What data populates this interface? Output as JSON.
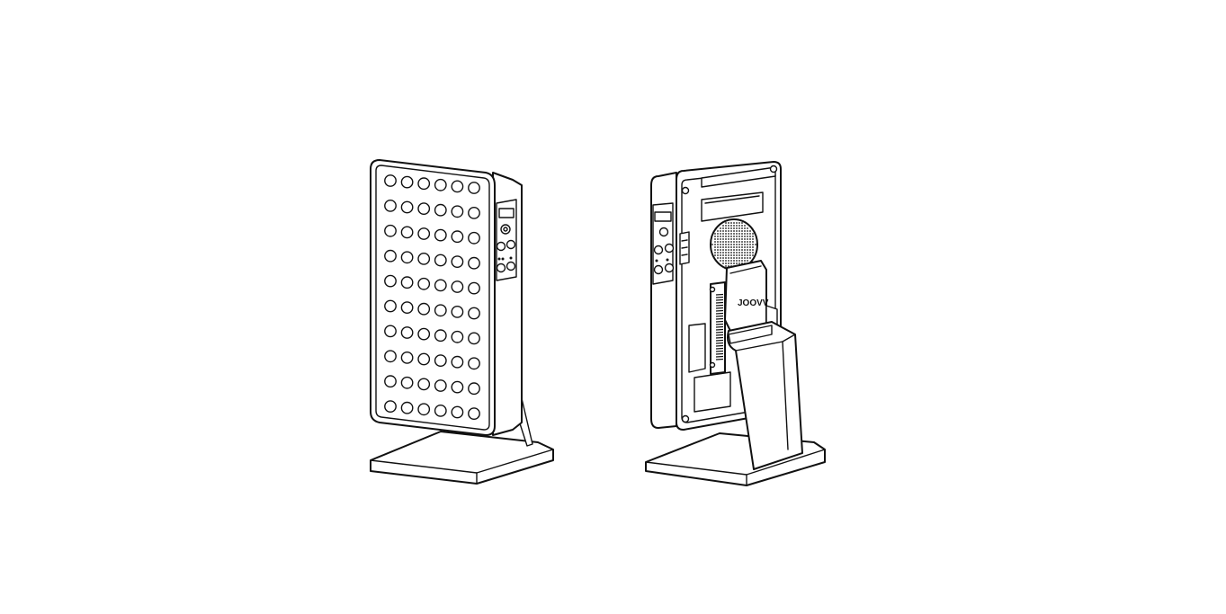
{
  "figure": {
    "background": "#ffffff",
    "line_color": "#111111",
    "front_view": {
      "led_columns": 6,
      "led_rows": 10,
      "control_panel": {
        "icons": [
          "display-window",
          "power-button",
          "mode-button",
          "mode-button",
          "mode-button",
          "mode-button"
        ]
      }
    },
    "rear_view": {
      "logo_text": "JOOVV",
      "icons": [
        "fan-grille",
        "display-window",
        "power-button",
        "port",
        "mount-bracket"
      ]
    }
  }
}
